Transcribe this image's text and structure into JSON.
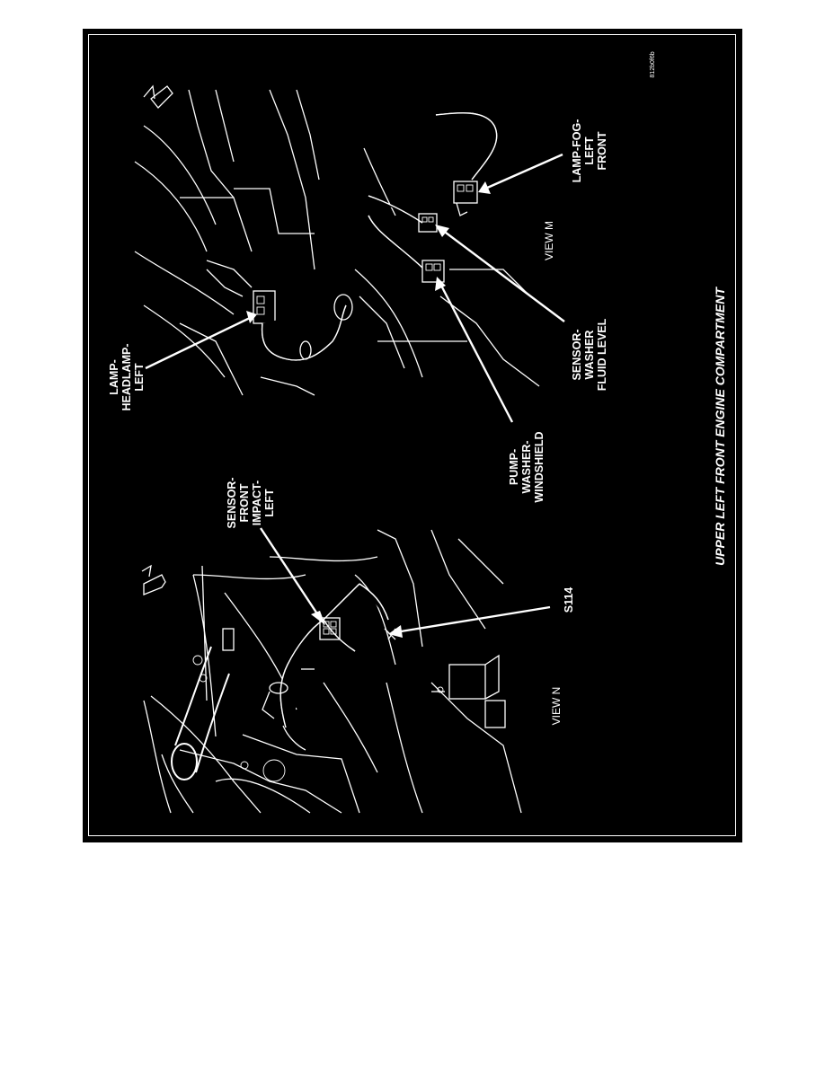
{
  "figure_code": "812b0f6b",
  "title": "UPPER LEFT FRONT ENGINE COMPARTMENT",
  "views": {
    "view_n": "VIEW N",
    "view_m": "VIEW M"
  },
  "callouts": {
    "sensor_front_impact": [
      "SENSOR-",
      "FRONT",
      "IMPACT-",
      "LEFT"
    ],
    "s114": "S114",
    "lamp_headlamp": [
      "LAMP-",
      "HEADLAMP-",
      "LEFT"
    ],
    "pump_washer": [
      "PUMP-",
      "WASHER-",
      "WINDSHIELD"
    ],
    "sensor_washer": [
      "SENSOR-",
      "WASHER",
      "FLUID LEVEL"
    ],
    "lamp_fog": [
      "LAMP-FOG-",
      "LEFT",
      "FRONT"
    ]
  },
  "colors": {
    "frame": "#000000",
    "ink": "#ffffff",
    "page": "#ffffff"
  }
}
